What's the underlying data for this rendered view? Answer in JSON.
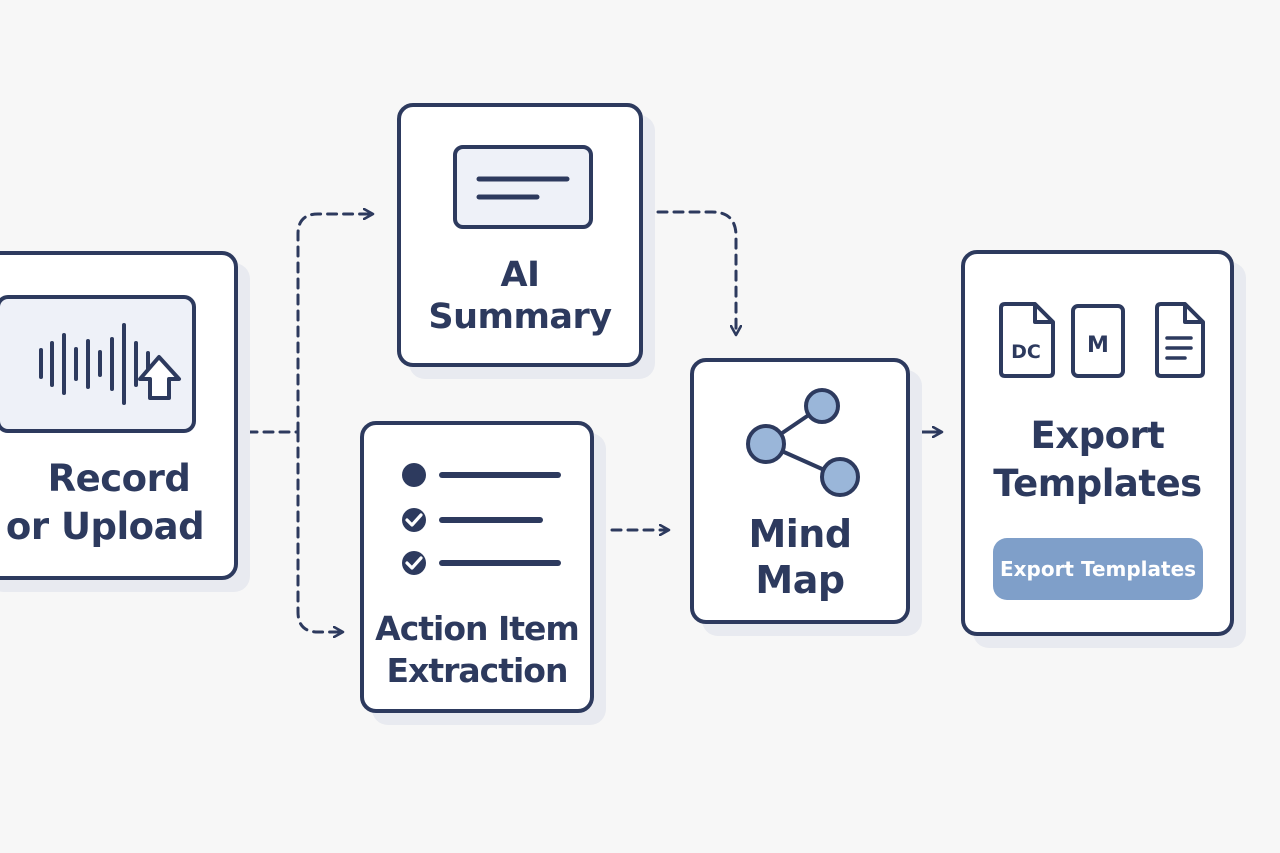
{
  "nodes": {
    "record": {
      "line1": "Record",
      "line2": "or Upload"
    },
    "summary": {
      "line1": "AI",
      "line2": "Summary"
    },
    "actions": {
      "line1": "Action Item",
      "line2": "Extraction"
    },
    "mindmap": {
      "line1": "Mind",
      "line2": "Map"
    },
    "export": {
      "line1": "Export",
      "line2": "Templates",
      "button_label": "Export Templates",
      "file_icons": [
        "DC",
        "M",
        ""
      ]
    }
  },
  "colors": {
    "stroke": "#2d3a5e",
    "accent": "#7f9fc9",
    "panel_fill": "#eef1f8",
    "node_fill": "#9ab6d9",
    "background": "#f7f7f7"
  },
  "icons": {
    "record": "audio-upload-icon",
    "summary": "text-lines-icon",
    "actions": "checklist-icon",
    "mindmap": "mind-map-icon",
    "export": "document-icons"
  }
}
